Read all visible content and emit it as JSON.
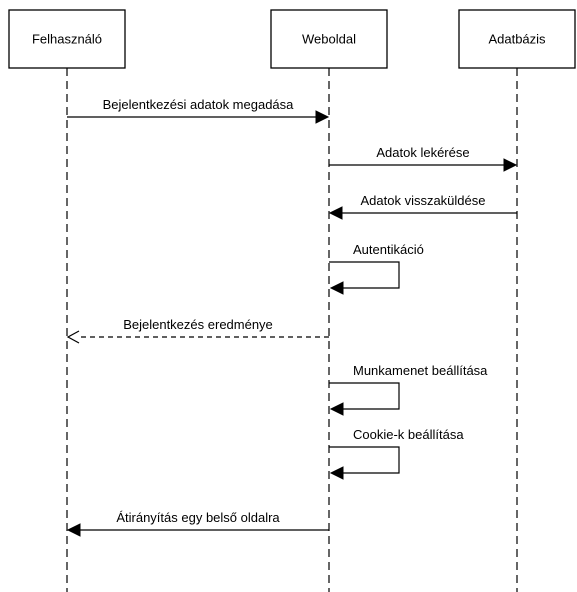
{
  "participants": [
    {
      "id": "user",
      "label": "Felhasználó"
    },
    {
      "id": "web",
      "label": "Weboldal"
    },
    {
      "id": "db",
      "label": "Adatbázis"
    }
  ],
  "messages": [
    {
      "from": "user",
      "to": "web",
      "label": "Bejelentkezési adatok megadása",
      "style": "solid"
    },
    {
      "from": "web",
      "to": "db",
      "label": "Adatok lekérése",
      "style": "solid"
    },
    {
      "from": "db",
      "to": "web",
      "label": "Adatok visszaküldése",
      "style": "solid"
    },
    {
      "from": "web",
      "to": "web",
      "label": "Autentikáció",
      "style": "solid"
    },
    {
      "from": "web",
      "to": "user",
      "label": "Bejelentkezés eredménye",
      "style": "dashed"
    },
    {
      "from": "web",
      "to": "web",
      "label": "Munkamenet beállítása",
      "style": "solid"
    },
    {
      "from": "web",
      "to": "web",
      "label": "Cookie-k beállítása",
      "style": "solid"
    },
    {
      "from": "web",
      "to": "user",
      "label": "Átirányítás egy belső oldalra",
      "style": "solid"
    }
  ]
}
